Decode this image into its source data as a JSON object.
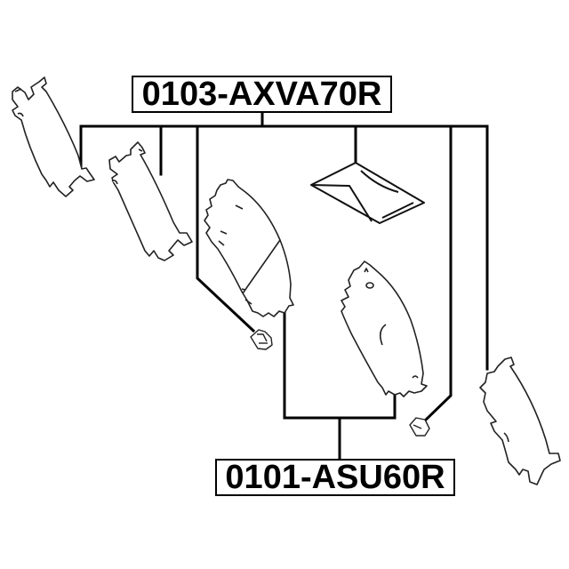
{
  "diagram": {
    "type": "exploded parts diagram",
    "subject": "brake pad set with accessories",
    "labels": {
      "kit_part_number": "0103-AXVA70R",
      "pad_set_part_number": "0101-ASU60R"
    },
    "components": [
      {
        "name": "anti-squeal shim (outer left)",
        "group": "0103-AXVA70R"
      },
      {
        "name": "anti-squeal shim (inner left)",
        "group": "0103-AXVA70R"
      },
      {
        "name": "wear indicator clip (left)",
        "group": "0103-AXVA70R"
      },
      {
        "name": "brake pad (left)",
        "group": "0101-ASU60R"
      },
      {
        "name": "grease packet",
        "group": "0103-AXVA70R"
      },
      {
        "name": "brake pad (right)",
        "group": "0101-ASU60R"
      },
      {
        "name": "wear indicator clip (right)",
        "group": "0103-AXVA70R"
      },
      {
        "name": "anti-squeal shim (right)",
        "group": "0103-AXVA70R"
      }
    ],
    "colors": {
      "line": "#000000",
      "outline": "#222222",
      "background": "#ffffff"
    }
  }
}
